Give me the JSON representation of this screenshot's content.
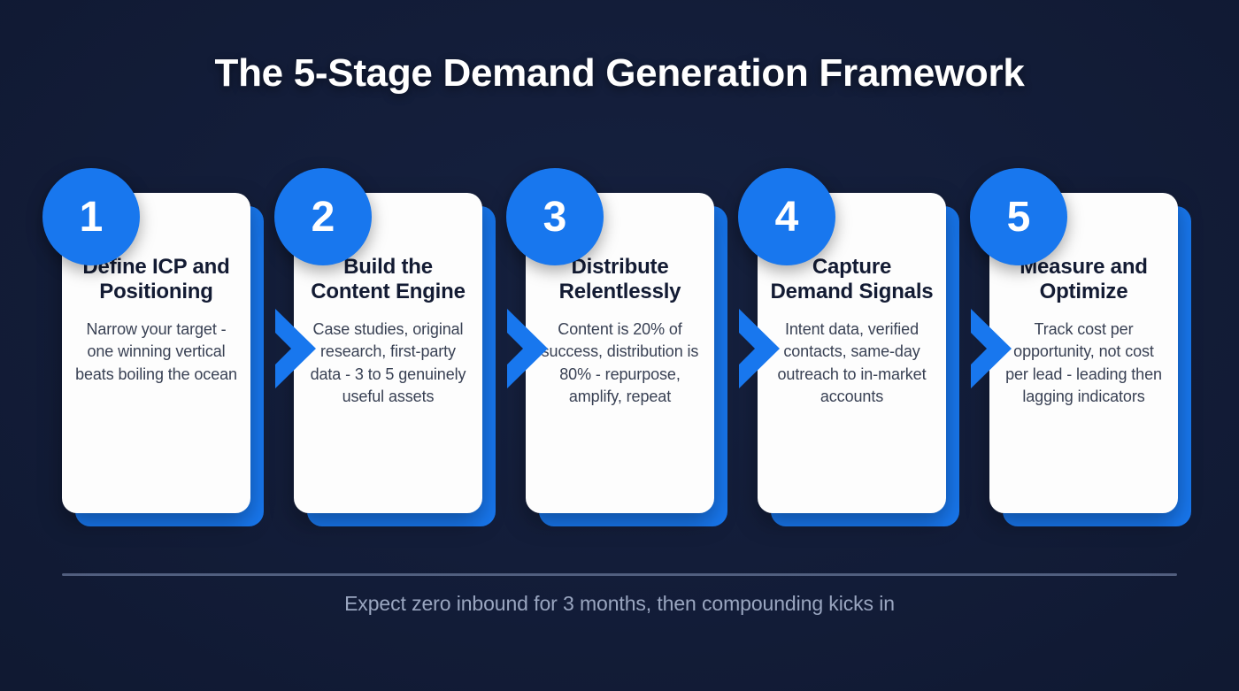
{
  "title": "The 5-Stage Demand Generation Framework",
  "colors": {
    "background": "#131d39",
    "accent_blue": "#1877ee",
    "card_face": "#fdfdfd",
    "card_title": "#131b33",
    "card_body": "#394154",
    "divider": "#5d6b8c",
    "footnote": "#9aa6c0",
    "title_text": "#ffffff"
  },
  "stages": [
    {
      "number": "1",
      "title": "Define ICP and Positioning",
      "description": "Narrow your target - one winning vertical beats boiling the ocean"
    },
    {
      "number": "2",
      "title": "Build the Content Engine",
      "description": "Case studies, original research, first-party data - 3 to 5 genuinely useful assets"
    },
    {
      "number": "3",
      "title": "Distribute Relentlessly",
      "description": "Content is 20% of success, distribution is 80% - repurpose, amplify, repeat"
    },
    {
      "number": "4",
      "title": "Capture Demand Signals",
      "description": "Intent data, verified contacts, same-day outreach to in-market accounts"
    },
    {
      "number": "5",
      "title": "Measure and Optimize",
      "description": "Track cost per opportunity, not cost per lead - leading then lagging indicators"
    }
  ],
  "footnote": "Expect zero inbound for 3 months, then compounding kicks in"
}
